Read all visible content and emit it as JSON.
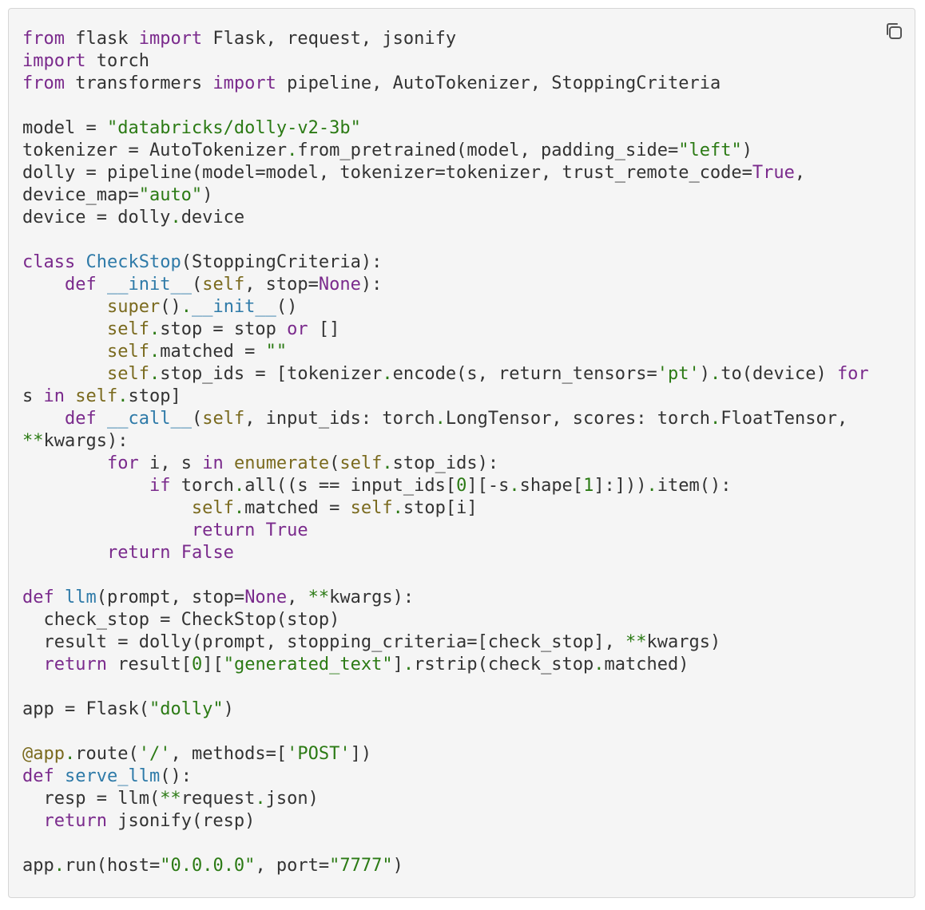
{
  "copy_button": {
    "icon": "copy-icon",
    "tooltip": ""
  },
  "colors": {
    "background": "#f5f5f5",
    "keyword": "#7a2a8c",
    "string": "#2b7a14",
    "function": "#2e7aa8",
    "builtin": "#7a6a1e",
    "text": "#333333"
  },
  "code_lines": [
    [
      [
        "kw",
        "from"
      ],
      [
        "tx",
        " flask "
      ],
      [
        "kw",
        "import"
      ],
      [
        "tx",
        " Flask, request, jsonify"
      ]
    ],
    [
      [
        "kw",
        "import"
      ],
      [
        "tx",
        " torch"
      ]
    ],
    [
      [
        "kw",
        "from"
      ],
      [
        "tx",
        " transformers "
      ],
      [
        "kw",
        "import"
      ],
      [
        "tx",
        " pipeline, AutoTokenizer, StoppingCriteria"
      ]
    ],
    [],
    [
      [
        "tx",
        "model = "
      ],
      [
        "str",
        "\"databricks/dolly-v2-3b\""
      ]
    ],
    [
      [
        "tx",
        "tokenizer = AutoTokenizer"
      ],
      [
        "op",
        "."
      ],
      [
        "tx",
        "from_pretrained(model, padding_side="
      ],
      [
        "str",
        "\"left\""
      ],
      [
        "tx",
        ")"
      ]
    ],
    [
      [
        "tx",
        "dolly = pipeline(model=model, tokenizer=tokenizer, trust_remote_code="
      ],
      [
        "kw",
        "True"
      ],
      [
        "tx",
        ","
      ]
    ],
    [
      [
        "tx",
        "device_map="
      ],
      [
        "str",
        "\"auto\""
      ],
      [
        "tx",
        ")"
      ]
    ],
    [
      [
        "tx",
        "device = dolly"
      ],
      [
        "op",
        "."
      ],
      [
        "tx",
        "device"
      ]
    ],
    [],
    [
      [
        "kw",
        "class"
      ],
      [
        "tx",
        " "
      ],
      [
        "fn",
        "CheckStop"
      ],
      [
        "tx",
        "(StoppingCriteria):"
      ]
    ],
    [
      [
        "tx",
        "    "
      ],
      [
        "kw",
        "def"
      ],
      [
        "tx",
        " "
      ],
      [
        "fn",
        "__init__"
      ],
      [
        "tx",
        "("
      ],
      [
        "bi",
        "self"
      ],
      [
        "tx",
        ", stop="
      ],
      [
        "kw",
        "None"
      ],
      [
        "tx",
        "):"
      ]
    ],
    [
      [
        "tx",
        "        "
      ],
      [
        "bi",
        "super"
      ],
      [
        "tx",
        "()"
      ],
      [
        "op",
        "."
      ],
      [
        "fn",
        "__init__"
      ],
      [
        "tx",
        "()"
      ]
    ],
    [
      [
        "tx",
        "        "
      ],
      [
        "bi",
        "self"
      ],
      [
        "op",
        "."
      ],
      [
        "tx",
        "stop = stop "
      ],
      [
        "kw",
        "or"
      ],
      [
        "tx",
        " []"
      ]
    ],
    [
      [
        "tx",
        "        "
      ],
      [
        "bi",
        "self"
      ],
      [
        "op",
        "."
      ],
      [
        "tx",
        "matched = "
      ],
      [
        "str",
        "\"\""
      ]
    ],
    [
      [
        "tx",
        "        "
      ],
      [
        "bi",
        "self"
      ],
      [
        "op",
        "."
      ],
      [
        "tx",
        "stop_ids = [tokenizer"
      ],
      [
        "op",
        "."
      ],
      [
        "tx",
        "encode(s, return_tensors="
      ],
      [
        "str",
        "'pt'"
      ],
      [
        "tx",
        ")"
      ],
      [
        "op",
        "."
      ],
      [
        "tx",
        "to(device) "
      ],
      [
        "kw",
        "for"
      ]
    ],
    [
      [
        "tx",
        "s "
      ],
      [
        "kw",
        "in"
      ],
      [
        "tx",
        " "
      ],
      [
        "bi",
        "self"
      ],
      [
        "op",
        "."
      ],
      [
        "tx",
        "stop]"
      ]
    ],
    [
      [
        "tx",
        "    "
      ],
      [
        "kw",
        "def"
      ],
      [
        "tx",
        " "
      ],
      [
        "fn",
        "__call__"
      ],
      [
        "tx",
        "("
      ],
      [
        "bi",
        "self"
      ],
      [
        "tx",
        ", input_ids: torch"
      ],
      [
        "op",
        "."
      ],
      [
        "tx",
        "LongTensor, scores: torch"
      ],
      [
        "op",
        "."
      ],
      [
        "tx",
        "FloatTensor,"
      ]
    ],
    [
      [
        "op",
        "**"
      ],
      [
        "tx",
        "kwargs):"
      ]
    ],
    [
      [
        "tx",
        "        "
      ],
      [
        "kw",
        "for"
      ],
      [
        "tx",
        " i, s "
      ],
      [
        "kw",
        "in"
      ],
      [
        "tx",
        " "
      ],
      [
        "bi",
        "enumerate"
      ],
      [
        "tx",
        "("
      ],
      [
        "bi",
        "self"
      ],
      [
        "op",
        "."
      ],
      [
        "tx",
        "stop_ids):"
      ]
    ],
    [
      [
        "tx",
        "            "
      ],
      [
        "kw",
        "if"
      ],
      [
        "tx",
        " torch"
      ],
      [
        "op",
        "."
      ],
      [
        "tx",
        "all((s == input_ids["
      ],
      [
        "num",
        "0"
      ],
      [
        "tx",
        "][-s"
      ],
      [
        "op",
        "."
      ],
      [
        "tx",
        "shape["
      ],
      [
        "num",
        "1"
      ],
      [
        "tx",
        "]:]))"
      ],
      [
        "op",
        "."
      ],
      [
        "tx",
        "item():"
      ]
    ],
    [
      [
        "tx",
        "                "
      ],
      [
        "bi",
        "self"
      ],
      [
        "op",
        "."
      ],
      [
        "tx",
        "matched = "
      ],
      [
        "bi",
        "self"
      ],
      [
        "op",
        "."
      ],
      [
        "tx",
        "stop[i]"
      ]
    ],
    [
      [
        "tx",
        "                "
      ],
      [
        "kw",
        "return"
      ],
      [
        "tx",
        " "
      ],
      [
        "kw",
        "True"
      ]
    ],
    [
      [
        "tx",
        "        "
      ],
      [
        "kw",
        "return"
      ],
      [
        "tx",
        " "
      ],
      [
        "kw",
        "False"
      ]
    ],
    [],
    [
      [
        "kw",
        "def"
      ],
      [
        "tx",
        " "
      ],
      [
        "fn",
        "llm"
      ],
      [
        "tx",
        "(prompt, stop="
      ],
      [
        "kw",
        "None"
      ],
      [
        "tx",
        ", "
      ],
      [
        "op",
        "**"
      ],
      [
        "tx",
        "kwargs):"
      ]
    ],
    [
      [
        "tx",
        "  check_stop = CheckStop(stop)"
      ]
    ],
    [
      [
        "tx",
        "  result = dolly(prompt, stopping_criteria=[check_stop], "
      ],
      [
        "op",
        "**"
      ],
      [
        "tx",
        "kwargs)"
      ]
    ],
    [
      [
        "tx",
        "  "
      ],
      [
        "kw",
        "return"
      ],
      [
        "tx",
        " result["
      ],
      [
        "num",
        "0"
      ],
      [
        "tx",
        "]["
      ],
      [
        "str",
        "\"generated_text\""
      ],
      [
        "tx",
        "]"
      ],
      [
        "op",
        "."
      ],
      [
        "tx",
        "rstrip(check_stop"
      ],
      [
        "op",
        "."
      ],
      [
        "tx",
        "matched)"
      ]
    ],
    [],
    [
      [
        "tx",
        "app = Flask("
      ],
      [
        "str",
        "\"dolly\""
      ],
      [
        "tx",
        ")"
      ]
    ],
    [],
    [
      [
        "bi",
        "@app"
      ],
      [
        "op",
        "."
      ],
      [
        "tx",
        "route("
      ],
      [
        "str",
        "'/'"
      ],
      [
        "tx",
        ", methods=["
      ],
      [
        "str",
        "'POST'"
      ],
      [
        "tx",
        "])"
      ]
    ],
    [
      [
        "kw",
        "def"
      ],
      [
        "tx",
        " "
      ],
      [
        "fn",
        "serve_llm"
      ],
      [
        "tx",
        "():"
      ]
    ],
    [
      [
        "tx",
        "  resp = llm("
      ],
      [
        "op",
        "**"
      ],
      [
        "tx",
        "request"
      ],
      [
        "op",
        "."
      ],
      [
        "tx",
        "json)"
      ]
    ],
    [
      [
        "tx",
        "  "
      ],
      [
        "kw",
        "return"
      ],
      [
        "tx",
        " jsonify(resp)"
      ]
    ],
    [],
    [
      [
        "tx",
        "app"
      ],
      [
        "op",
        "."
      ],
      [
        "tx",
        "run(host="
      ],
      [
        "str",
        "\"0.0.0.0\""
      ],
      [
        "tx",
        ", port="
      ],
      [
        "str",
        "\"7777\""
      ],
      [
        "tx",
        ")"
      ]
    ]
  ]
}
